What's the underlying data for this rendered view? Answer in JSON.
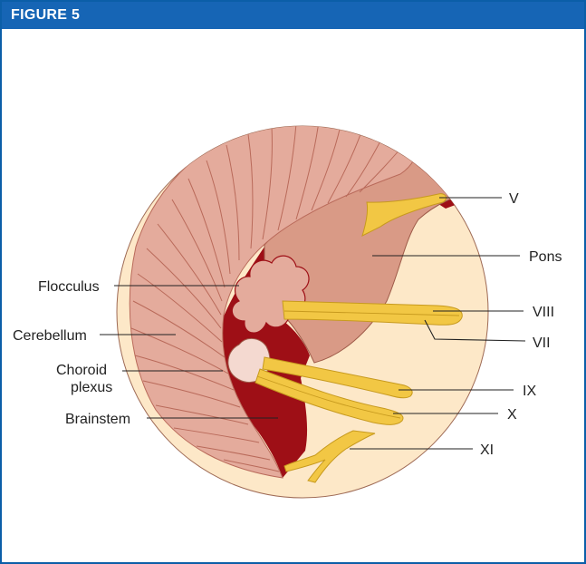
{
  "figure_label": "FIGURE 5",
  "colors": {
    "header": "#1665b5",
    "border": "#0b5ea8",
    "cerebellum": "#e4ab9c",
    "folia_lines": "#b96a5a",
    "pons": "#d99a86",
    "dark_red": "#9e0f16",
    "background_tissue": "#fde8c8",
    "nerve_yellow": "#f2c744",
    "choroid_plexus": "#f4d9d0"
  },
  "labels": {
    "flocculus": "Flocculus",
    "cerebellum": "Cerebellum",
    "choroid_line1": "Choroid",
    "choroid_line2": "plexus",
    "brainstem": "Brainstem",
    "v": "V",
    "pons": "Pons",
    "viii": "VIII",
    "vii": "VII",
    "ix": "IX",
    "x": "X",
    "xi": "XI"
  }
}
